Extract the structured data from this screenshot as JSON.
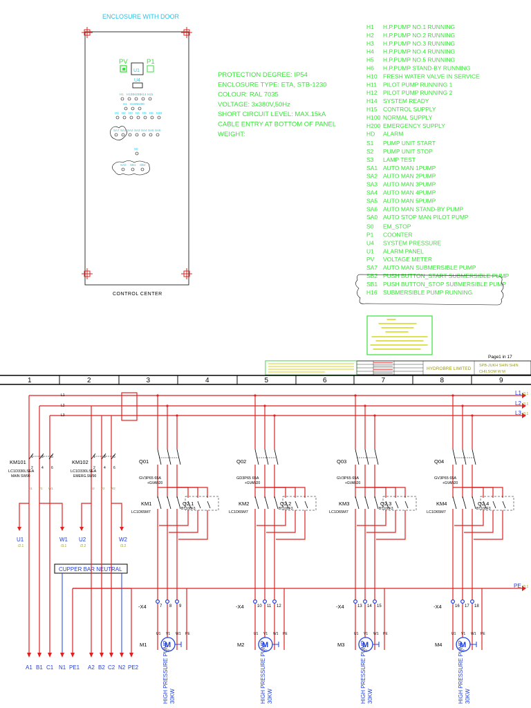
{
  "enclosure": {
    "title": "ENCLOSURE WITH DOOR",
    "pv": "PV",
    "p1": "P1",
    "u1": "U1",
    "u4": "U4",
    "control_center": "CONTROL CENTER",
    "row1": [
      "H1",
      "H100",
      "H200",
      "H14",
      "H15"
    ],
    "row2": [
      "H1",
      "H2",
      "H3",
      "H4",
      "H5",
      "H6",
      "H10"
    ],
    "row3": [
      "SA7",
      "SA1",
      "SA2",
      "SA3",
      "SA4",
      "SA5",
      "SA6"
    ],
    "s0": "S0",
    "row4": [
      "SA0",
      "SB1",
      "SB2"
    ]
  },
  "specs": [
    "PROTECTION DEGREE: IP54",
    "ENCLOSURE TYPE: ETA, STB-1230",
    "COLOUR: RAL 7035",
    "VOLTAGE: 3x380V,50Hz",
    "SHORT CIRCUIT LEVEL: MAX.15kA",
    "CABLE ENTRY AT BOTTOM OF PANEL",
    "WEIGHT:"
  ],
  "legend": [
    {
      "code": "H1",
      "desc": "H.P.PUMP NO.1      RUNNING"
    },
    {
      "code": "H2",
      "desc": "H.P.PUMP NO.2      RUNNING"
    },
    {
      "code": "H3",
      "desc": "H.P.PUMP NO.3      RUNNING"
    },
    {
      "code": "H4",
      "desc": "H.P.PUMP NO.4      RUNNING"
    },
    {
      "code": "H5",
      "desc": "H.P.PUMP NO.5      RUNNING"
    },
    {
      "code": "H6",
      "desc": "H.P.PUMP  STAND-BY RUNNING"
    },
    {
      "code": "H10",
      "desc": "FRESH WATER VALVE  IN SERVICE"
    },
    {
      "code": "H11",
      "desc": "PILOT PUMP   RUNNING 1"
    },
    {
      "code": "H12",
      "desc": "PILOT PUMP   RUNNING 2"
    },
    {
      "code": "H14",
      "desc": "SYSTEM READY"
    },
    {
      "code": "H15",
      "desc": "CONTROL SUPPLY"
    },
    {
      "code": "H100",
      "desc": "NORMAL SUPPLY"
    },
    {
      "code": "H200",
      "desc": "EMERGENCY SUPPLY"
    },
    {
      "code": "HD",
      "desc": "ALARM"
    },
    {
      "code": "S1",
      "desc": "PUMP UNIT START"
    },
    {
      "code": "S2",
      "desc": "PUMP UNIT STOP"
    },
    {
      "code": "S3",
      "desc": "LAMP TEST"
    },
    {
      "code": "SA1",
      "desc": "AUTO  MAN  1PUMP"
    },
    {
      "code": "SA2",
      "desc": "AUTO  MAN  2PUMP"
    },
    {
      "code": "SA3",
      "desc": "AUTO  MAN  3PUMP"
    },
    {
      "code": "SA4",
      "desc": "AUTO  MAN  4PUMP"
    },
    {
      "code": "SA5",
      "desc": "AUTO  MAN  5PUMP"
    },
    {
      "code": "SA6",
      "desc": "AUTO  MAN  STAND-BY PUMP"
    },
    {
      "code": "SA0",
      "desc": "AUTO STOP MAN PILOT PUMP"
    },
    {
      "code": "S0",
      "desc": "EM_STOP"
    },
    {
      "code": "P1",
      "desc": "COONTER"
    },
    {
      "code": "U4",
      "desc": "SYSTEM PRESSURE"
    },
    {
      "code": "U1",
      "desc": "ALARM PANEL"
    },
    {
      "code": "PV",
      "desc": "VOLTAGE METER"
    },
    {
      "code": "SA7",
      "desc": "AUTO MAN SUBMERSIBLE PUMP"
    },
    {
      "code": "SB2",
      "desc": "PUSH BUTTON_START SUBMERSIBLE PUMP"
    },
    {
      "code": "SB1",
      "desc": "PUSH BUTTON_STOP SUBMERSIBLE PUMP"
    },
    {
      "code": "H16",
      "desc": "SUBMERSIBLE PUMP RUNNING"
    }
  ],
  "title_block": {
    "page": "Page1  in 17",
    "company": "HYDROBRE LIMITED",
    "project": "SPB-JUKH SHIN SHIN",
    "sheet": "CHILSOM W M"
  },
  "columns": [
    "1",
    "2",
    "3",
    "4",
    "5",
    "6",
    "7",
    "8",
    "9"
  ],
  "bus": {
    "l1": "L1",
    "l2": "L2",
    "l3": "L3",
    "ref": "/3.1",
    "pe": "PE",
    "neutral": "CUPPER BAR NEUTRAL",
    "bottom": [
      "A1",
      "B1",
      "C1",
      "N1",
      "PE1",
      "A2",
      "B2",
      "C2",
      "N2",
      "PE2"
    ]
  },
  "mains": [
    {
      "km": "KM101",
      "part": "LC1D330LSEA",
      "sub": "MAIN SW90",
      "phases": [
        "U1",
        "V1",
        "W1"
      ]
    },
    {
      "km": "KM102",
      "part": "LC1D330LSEA",
      "sub": "EMERG.SW90",
      "phases": [
        "U2",
        "V2",
        "W2"
      ]
    }
  ],
  "terminals": [
    {
      "name": "U1",
      "ref": "/2.1"
    },
    {
      "name": "W1",
      "ref": "/3.1"
    },
    {
      "name": "U2",
      "ref": "/2.2"
    },
    {
      "name": "W2",
      "ref": "/3.2"
    }
  ],
  "pumps": [
    {
      "q": "Q01",
      "gv": "GV3P65  65A",
      "gvs": "+GVAN20",
      "km": "KM1",
      "lc": "LC1D65M7",
      "o": "Q2.1",
      "ot": "BT100F3",
      "x": "-X4",
      "xt": [
        "7",
        "8",
        "9"
      ],
      "m": "M1",
      "kw": "30KW"
    },
    {
      "q": "Q02",
      "gv": "GD3P65  65A",
      "gvs": "+GVAN20",
      "km": "KM2",
      "lc": "LC1D65M7",
      "o": "Q2.2",
      "ot": "BT100F3",
      "x": "-X4",
      "xt": [
        "10",
        "11",
        "12"
      ],
      "m": "M2",
      "kw": "30KW"
    },
    {
      "q": "Q03",
      "gv": "GV3P65  65A",
      "gvs": "+GVAN20",
      "km": "KM3",
      "lc": "LC1D65M7",
      "o": "Q2.3",
      "ot": "BT100F3",
      "x": "-X4",
      "xt": [
        "13",
        "14",
        "15"
      ],
      "m": "M3",
      "kw": "30KW"
    },
    {
      "q": "Q04",
      "gv": "GV3P65  65A",
      "gvs": "+GVAN20",
      "km": "KM4",
      "lc": "LC1D65M7",
      "o": "Q2.4",
      "ot": "BT100F3",
      "x": "-X4",
      "xt": [
        "16",
        "17",
        "18"
      ],
      "m": "M4",
      "kw": "30KW"
    }
  ],
  "pump_label": "HIGH PRESSURE PUMP"
}
